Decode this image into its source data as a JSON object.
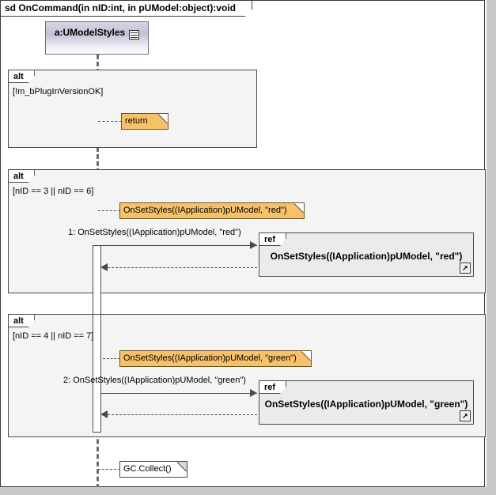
{
  "diagram": {
    "frame_title": "sd OnCommand(in nID:int, in pUModel:object):void",
    "lifeline": {
      "name": "a:UModelStyles",
      "icon": "object-list-icon"
    },
    "fragments": [
      {
        "operator": "alt",
        "guard": "[!m_bPlugInVersionOK]",
        "note": {
          "text": "return",
          "style": "orange"
        }
      },
      {
        "operator": "alt",
        "guard": "[nID == 3 || nID == 6]",
        "note": {
          "text": "OnSetStyles((IApplication)pUModel, \"red\")",
          "style": "orange"
        },
        "message_label": "1: OnSetStyles((IApplication)pUModel, \"red\")",
        "ref": {
          "operator": "ref",
          "label": "OnSetStyles((IApplication)pUModel, \"red\")",
          "nav_icon": "open-diagram-icon"
        }
      },
      {
        "operator": "alt",
        "guard": "[nID == 4 || nID == 7]",
        "note": {
          "text": "OnSetStyles((IApplication)pUModel, \"green\")",
          "style": "orange"
        },
        "message_label": "2: OnSetStyles((IApplication)pUModel, \"green\")",
        "ref": {
          "operator": "ref",
          "label": "OnSetStyles((IApplication)pUModel, \"green\")",
          "nav_icon": "open-diagram-icon"
        }
      }
    ],
    "final_note": {
      "text": "GC.Collect()",
      "style": "white"
    },
    "colors": {
      "note_fill": "#f7c169",
      "fragment_fill": "#f4f4f4",
      "ref_fill": "#ebebeb",
      "lifeline_head_top": "#d5d5e4",
      "line": "#4a4a4a"
    }
  }
}
